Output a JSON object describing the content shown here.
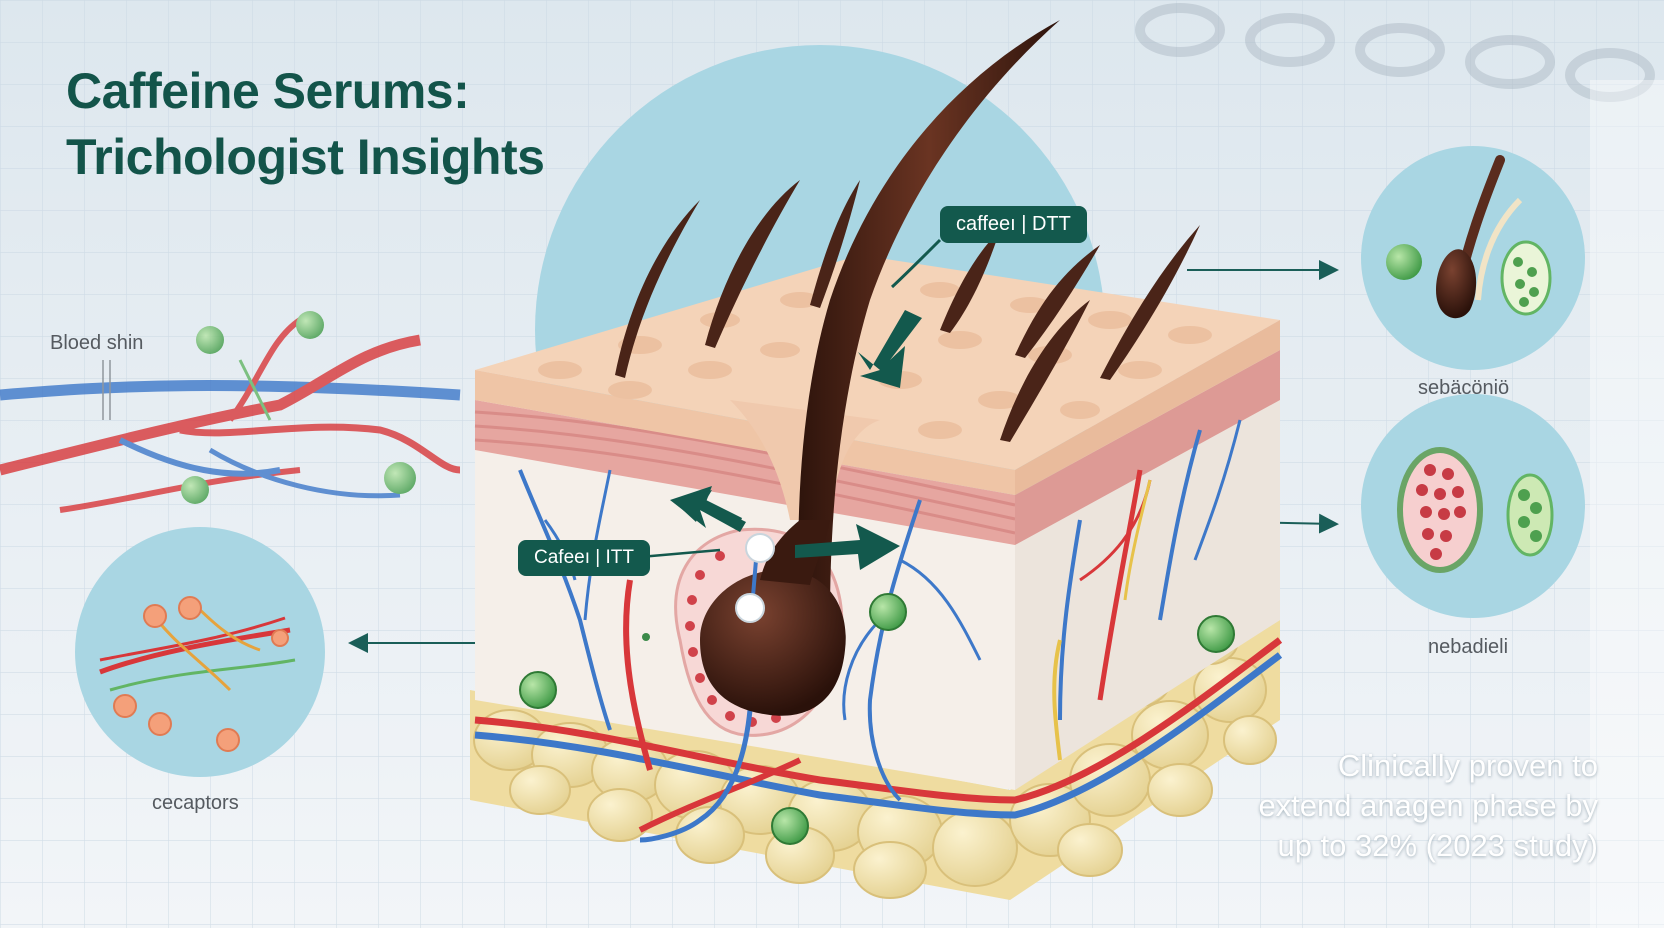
{
  "title": {
    "line1": "Caffeine Serums:",
    "line2": "Trichologist Insights"
  },
  "callouts": {
    "top": "caffeeı | DTT",
    "left": "Cafeeı | ITT"
  },
  "labels": {
    "blood": "Bloed shin",
    "receptors": "cecaptors",
    "sebaceous": "sebäcöniö",
    "nebadiell": "nebadieli"
  },
  "stat": {
    "line1": "Clinically proven to",
    "line2": "extend anagen phase by",
    "line3": "up to 32% (2023 study)"
  },
  "colors": {
    "brand_teal": "#13594d",
    "title_green": "#13544a",
    "circle_blue": "#a9d6e3",
    "skin_top": "#f4d3b8",
    "dermis_pink": "#e6a6a0",
    "fat_yellow": "#f2e3b0",
    "artery_red": "#d8373a",
    "vein_blue": "#3d78c9",
    "hair_brown": "#4a2418",
    "cell_green": "#62b564"
  },
  "icons": [
    "arrow-icon",
    "hair-follicle-icon",
    "blood-vessel-icon",
    "sebaceous-gland-icon"
  ]
}
